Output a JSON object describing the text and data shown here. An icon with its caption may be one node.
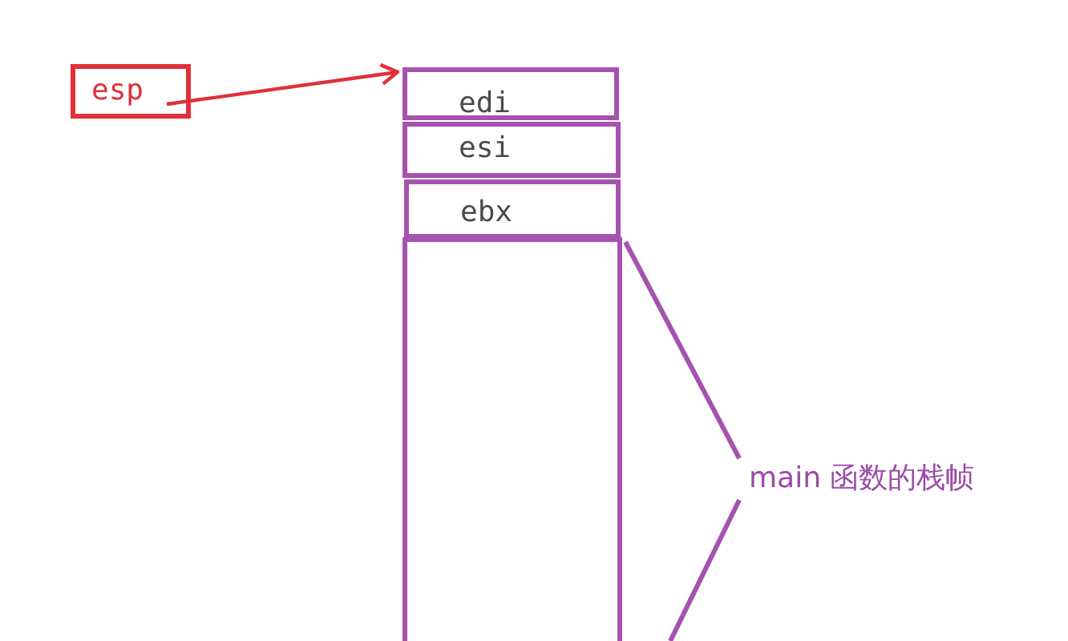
{
  "diagram": {
    "nodes": [
      {
        "text": [
          "esp"
        ]
      },
      {
        "text": [
          "edi"
        ]
      },
      {
        "text": [
          "esi"
        ]
      },
      {
        "text": [
          "ebx"
        ]
      },
      {
        "text": [],
        "shape": "box"
      }
    ],
    "edges": [
      {
        "from": 0,
        "to": 1,
        "arrow": "to"
      }
    ],
    "labels": [
      "main 函数的栈帧"
    ]
  }
}
